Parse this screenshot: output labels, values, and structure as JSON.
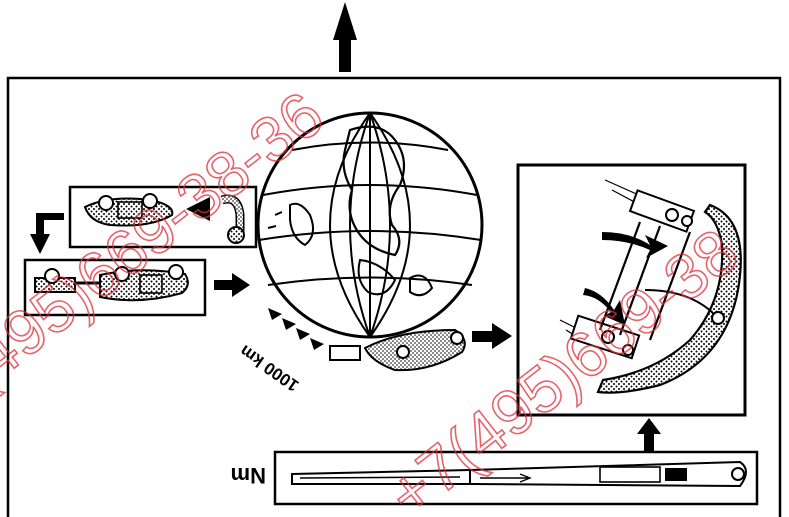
{
  "labels": {
    "distance": "1000 km",
    "unit": "Nm"
  },
  "watermark": {
    "line1": "(495)669-38-36",
    "line2": "+7(495)669-38",
    "color": "#e0303a"
  }
}
